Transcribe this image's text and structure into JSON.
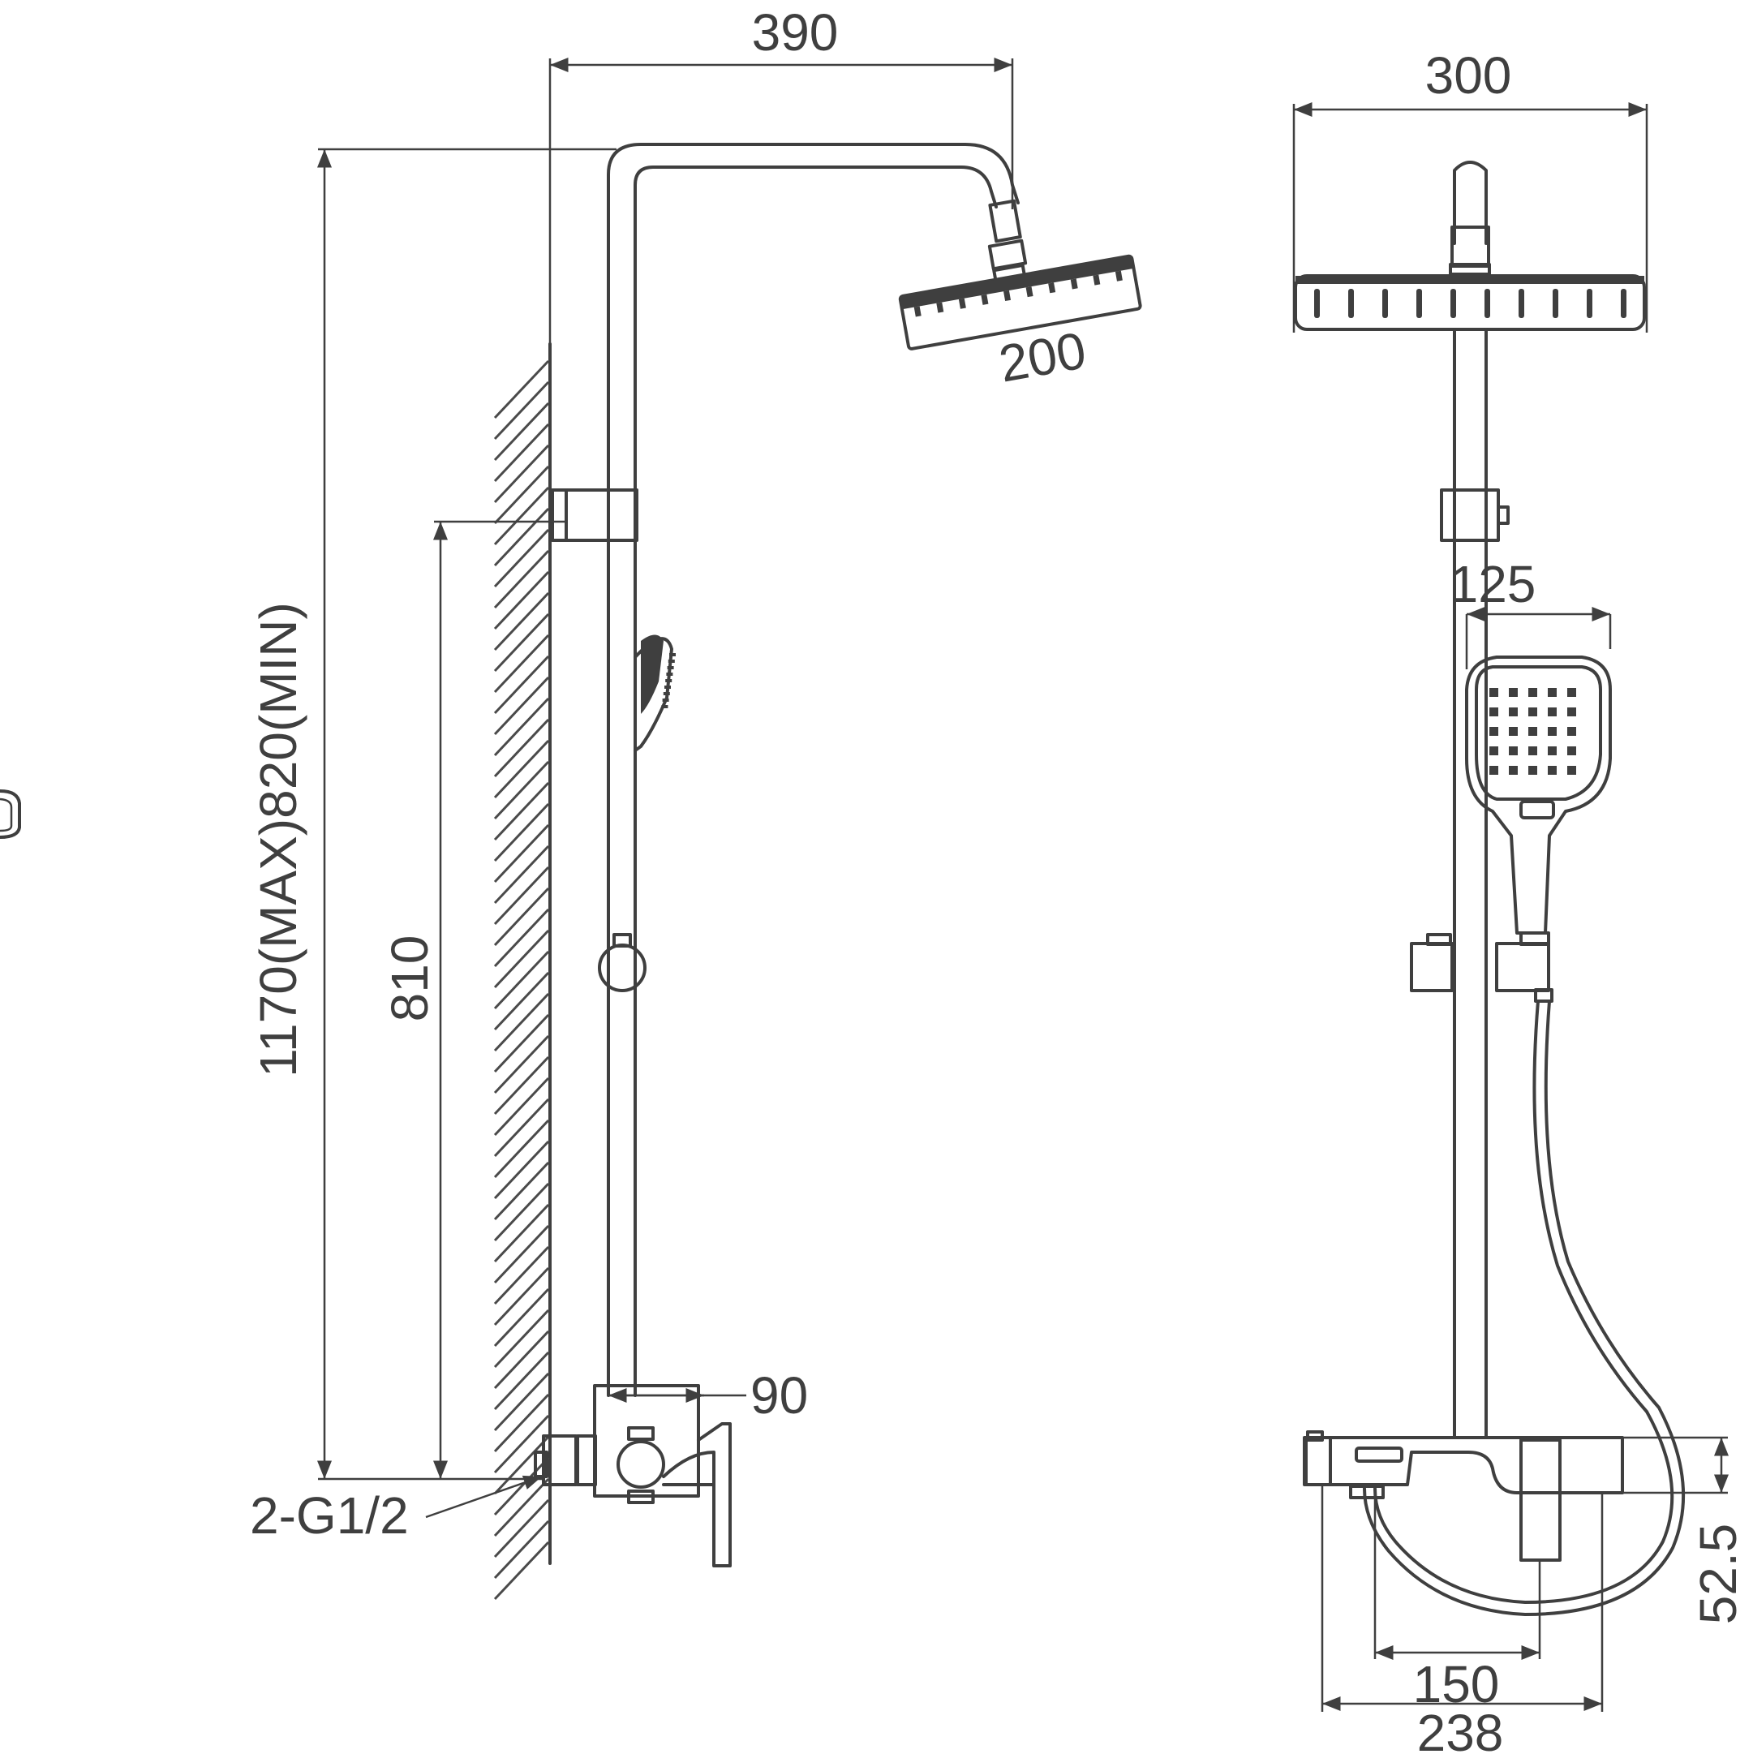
{
  "dimensions": {
    "arm_reach": "390",
    "rain_head_side": "200",
    "rain_head_front": "300",
    "height_range": "1170(MAX)820(MIN)",
    "holder_height": "810",
    "valve_offset": "90",
    "inlets": "2-G1/2",
    "hand_shower_width": "125",
    "inlet_spacing": "150",
    "valve_width": "238",
    "valve_height": "52.5"
  }
}
